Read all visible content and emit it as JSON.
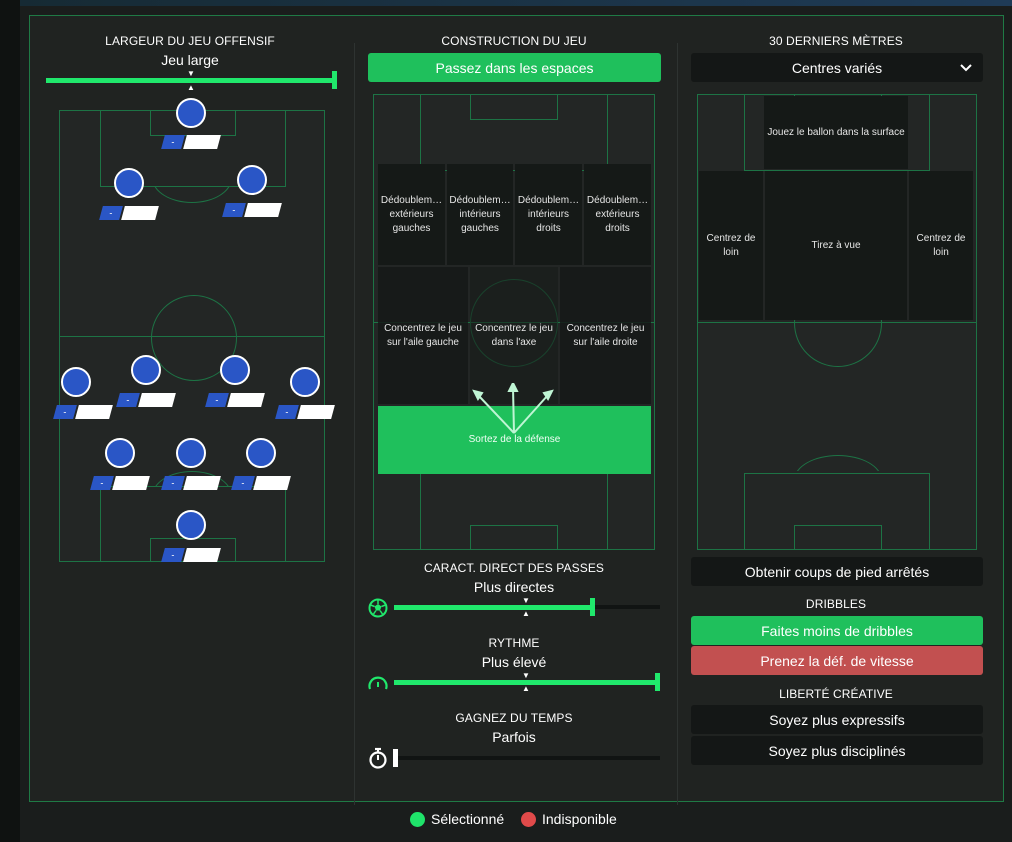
{
  "col1": {
    "title": "LARGEUR DU JEU OFFENSIF",
    "value": "Jeu large"
  },
  "col2": {
    "title": "CONSTRUCTION DU JEU",
    "button": "Passez dans les espaces",
    "zones_top": [
      "Dédoublem… extérieurs gauches",
      "Dédoublem… intérieurs gauches",
      "Dédoublem… intérieurs droits",
      "Dédoublem… extérieurs droits"
    ],
    "zones_mid": [
      "Concentrez le jeu sur l'aile gauche",
      "Concentrez le jeu dans l'axe",
      "Concentrez le jeu sur l'aile droite"
    ],
    "zone_selected": "Sortez de la défense",
    "passes_title": "CARACT. DIRECT DES PASSES",
    "passes_value": "Plus directes",
    "passes_level": 0.75,
    "rythme_title": "RYTHME",
    "rythme_value": "Plus élevé",
    "rythme_level": 1.0,
    "temps_title": "GAGNEZ DU TEMPS",
    "temps_value": "Parfois",
    "temps_level": 0.0
  },
  "col3": {
    "title": "30 DERNIERS MÈTRES",
    "dropdown": "Centres variés",
    "zone_box": "Jouez le ballon dans la surface",
    "zone_left": "Centrez de loin",
    "zone_center": "Tirez à vue",
    "zone_right": "Centrez de loin",
    "set_pieces": "Obtenir coups de pied arrêtés",
    "dribbles_title": "DRIBBLES",
    "dribbles_selected": "Faites moins de dribbles",
    "dribbles_unavailable": "Prenez la déf. de vitesse",
    "liberte_title": "LIBERTÉ CRÉATIVE",
    "liberte_opt1": "Soyez plus expressifs",
    "liberte_opt2": "Soyez plus disciplinés"
  },
  "role_dash": "-",
  "legend": {
    "selected": "Sélectionné",
    "unavailable": "Indisponible"
  },
  "colors": {
    "selected": "#1fc05c",
    "unavailable": "#e04a4a",
    "accent_line": "#20e86c",
    "pitch_line": "#1d7345",
    "player": "#2a56c6"
  }
}
